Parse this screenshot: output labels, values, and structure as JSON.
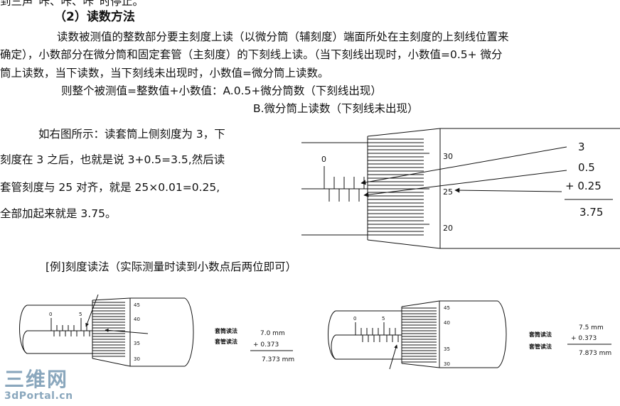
{
  "text": {
    "top_partial": "到三声“咔、咔、咔”时停止。",
    "heading": "（2）读数方法",
    "p1_l1": "读数被测值的整数部分要主刻度上读（以微分筒（辅刻度）端面所处在主刻度的上刻线位置来",
    "p1_l2": "确定），小数部分在微分筒和固定套管（主刻度）的下刻线上读。（当下刻线出现时，小数值=0.5+ 微分",
    "p1_l3": "筒上读数，当下读数，当下刻线未出现时，小数值=微分筒上读数。",
    "formula_a": "则整个被测值=整数值+小数值：A.0.5+微分筒数（下刻线出现）",
    "formula_b": "B.微分筒上读数（下刻线未出现）",
    "p2_l1": "如右图所示：读套筒上侧刻度为 3，下",
    "p2_l2": "刻度在 3 之后，也就是说 3+0.5=3.5,然后读",
    "p2_l3": "套管刻度与 25 对齐，就是 25×0.01=0.25,",
    "p2_l4": "全部加起来就是 3.75。",
    "example_title": "[例]刻度读法（实际测量时读到小数点后两位即可）"
  },
  "diagram_main": {
    "sleeve_zero": "0",
    "thimble_labels": [
      "30",
      "25",
      "20"
    ],
    "readout": [
      "3",
      "0.5",
      "+  0.25",
      "3.75"
    ]
  },
  "example1": {
    "sleeve_labels": [
      "0",
      "5"
    ],
    "thimble_labels": [
      "45",
      "40",
      "35",
      "30"
    ],
    "label_thimble": "套筒读法",
    "label_sleeve": "套管读法",
    "value1": "7.0 mm",
    "value2": "+ 0.373",
    "total": "7.373 mm"
  },
  "example2": {
    "sleeve_labels": [
      "0",
      "5"
    ],
    "thimble_labels": [
      "45",
      "40",
      "35",
      "30"
    ],
    "label_thimble": "套筒读法",
    "label_sleeve": "套管读法",
    "value1": "7.5 mm",
    "value2": "+ 0.373",
    "total": "7.873 mm"
  },
  "watermark": {
    "top": "三维网",
    "bottom": "3dPortal.cn"
  }
}
